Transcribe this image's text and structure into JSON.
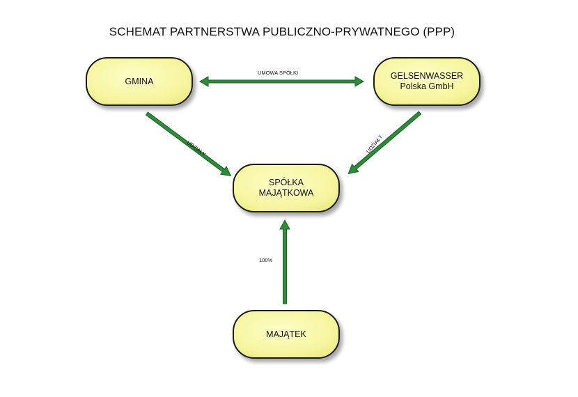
{
  "title": "SCHEMAT PARTNERSTWA PUBLICZNO-PRYWATNEGO (PPP)",
  "nodes": {
    "gmina": {
      "line1": "GMINA"
    },
    "gelsenwasser": {
      "line1": "GELSENWASSER",
      "line2": "Polska GmbH"
    },
    "spolka": {
      "line1": "SPÓŁKA",
      "line2": "MAJĄTKOWA"
    },
    "majatek": {
      "line1": "MAJĄTEK"
    }
  },
  "edges": {
    "umowa": {
      "label": "UMOWA SPÓŁKI"
    },
    "udzialy_left": {
      "label": "UDZIAŁY"
    },
    "udzialy_right": {
      "label": "UDZIAŁY"
    },
    "majatek_share": {
      "label": "100%"
    }
  },
  "colors": {
    "node_fill": "#fbfbb0",
    "node_border": "#1a1a1a",
    "arrow_fill": "#2e8b3a",
    "arrow_stroke": "#1d5e27"
  }
}
